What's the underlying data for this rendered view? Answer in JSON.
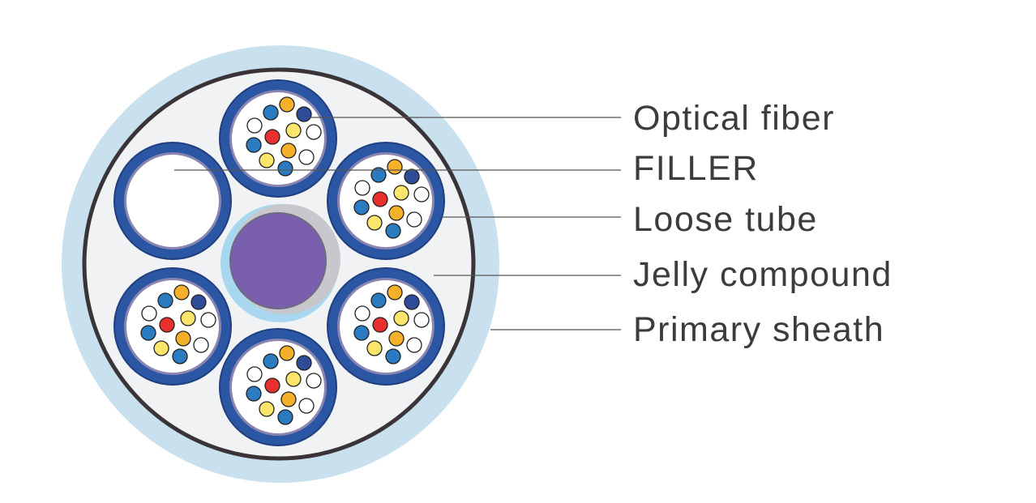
{
  "labels": {
    "optical_fiber": "Optical fiber",
    "filler": "FILLER",
    "loose_tube": "Loose tube",
    "jelly_compound": "Jelly compound",
    "primary_sheath": "Primary sheath"
  },
  "colors": {
    "outer_sheath": "#c9e0ee",
    "sheath_ring": "#3a3438",
    "jelly": "#f1f2f4",
    "tube": "#2b56a3",
    "tube_inner": "#ffffff",
    "strength_member": "#7a5fae",
    "strength_member_coating": "#a9d7ef",
    "fiber_colors": {
      "blue": "#2a7bc0",
      "orange": "#f5b02a",
      "dark_blue": "#2f4c98",
      "white": "#ffffff",
      "yellow": "#fbe56b",
      "red": "#e8312e"
    }
  },
  "fiber_sequence": [
    "orange",
    "blue",
    "dark_blue",
    "white",
    "yellow",
    "white",
    "red",
    "blue",
    "orange",
    "white",
    "yellow",
    "blue"
  ],
  "tube_types": [
    "fiber_tube",
    "fiber_tube",
    "fiber_tube",
    "fiber_tube",
    "fiber_tube",
    "filler"
  ]
}
